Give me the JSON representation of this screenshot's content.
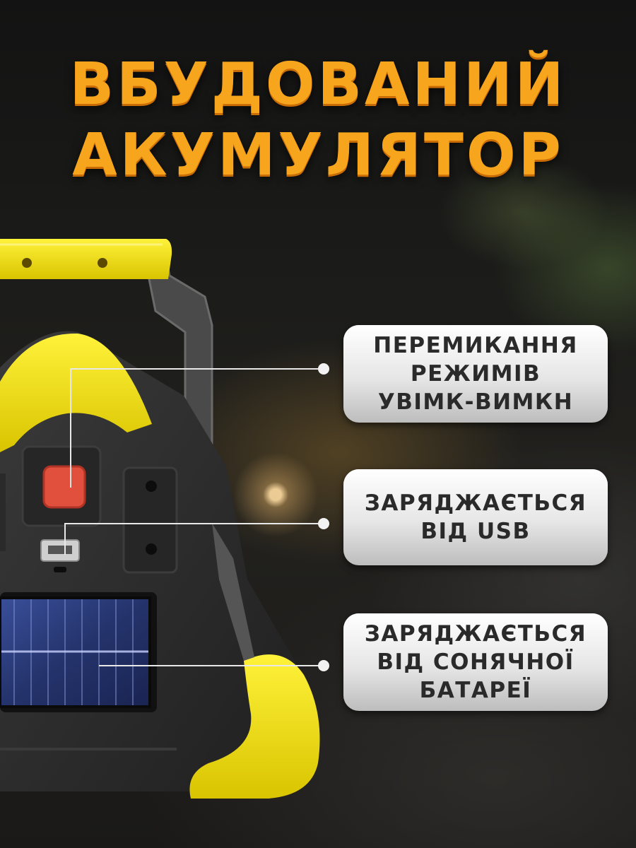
{
  "headline": {
    "line1": "ВБУДОВАНИЙ",
    "line2": "АКУМУЛЯТОР"
  },
  "callouts": [
    {
      "lines": [
        "ПЕРЕМИКАННЯ",
        "РЕЖИМІВ",
        "УВІМК-ВИМКН"
      ]
    },
    {
      "lines": [
        "ЗАРЯДЖАЄТЬСЯ",
        "ВІД USB"
      ]
    },
    {
      "lines": [
        "ЗАРЯДЖАЄТЬСЯ",
        "ВІД СОНЯЧНОЇ",
        "БАТАРЕЇ"
      ]
    }
  ],
  "colors": {
    "headline": "#f7a51c",
    "device_body": "#2c2c2c",
    "device_accent": "#f2e21a",
    "power_button": "#e0503c",
    "solar_panel": "#2b3a73",
    "callout_bg": "#e6e6e6",
    "callout_text": "#2a2a2a"
  }
}
